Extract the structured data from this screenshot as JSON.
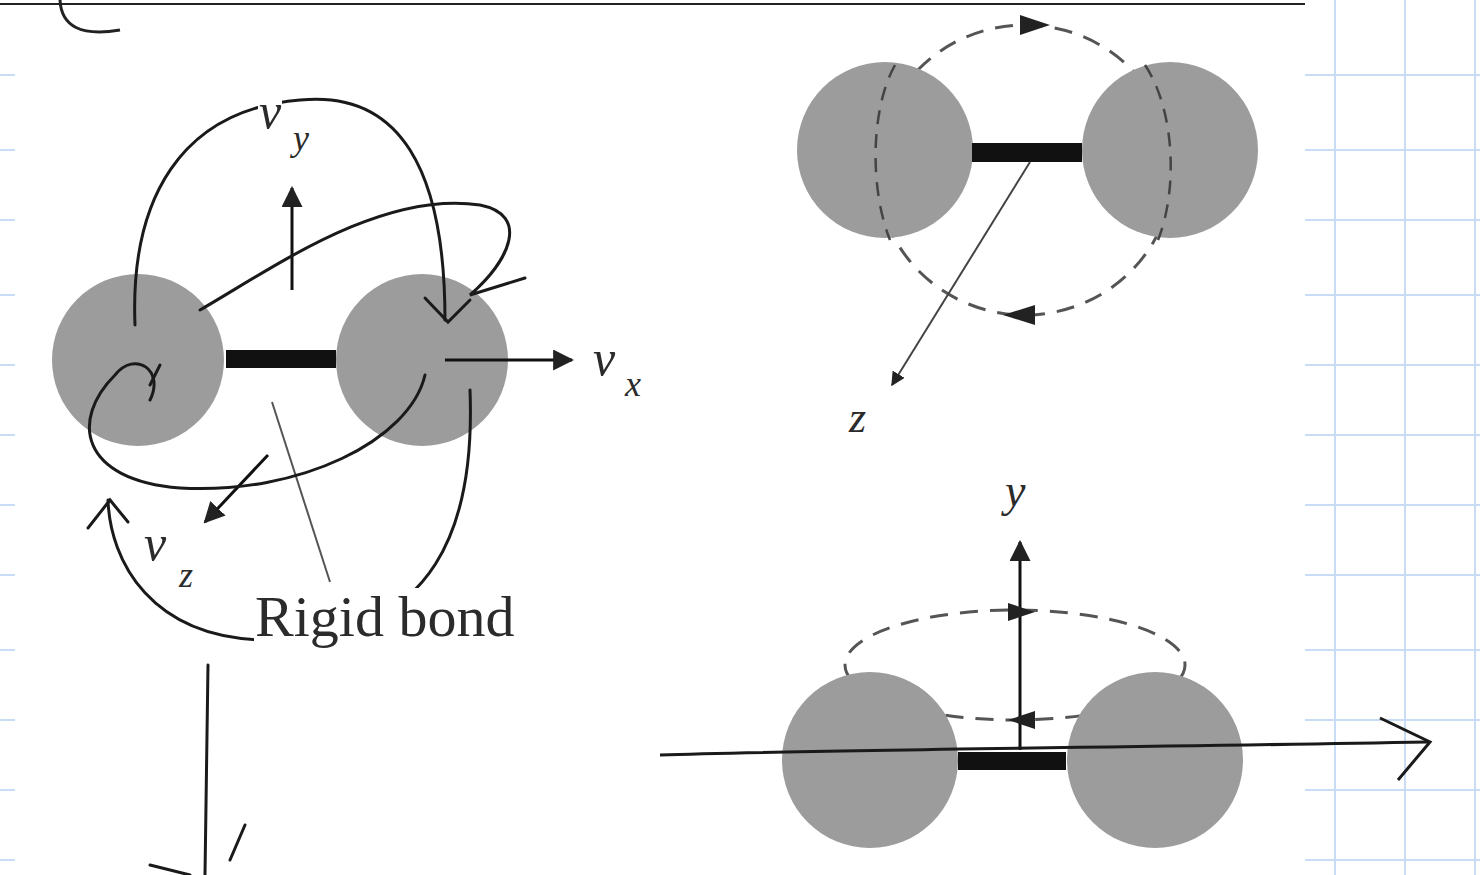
{
  "diagram": {
    "labels": [
      "v",
      "y",
      "v",
      "x",
      "v",
      "z",
      "Rigid bond",
      "z",
      "y"
    ]
  }
}
